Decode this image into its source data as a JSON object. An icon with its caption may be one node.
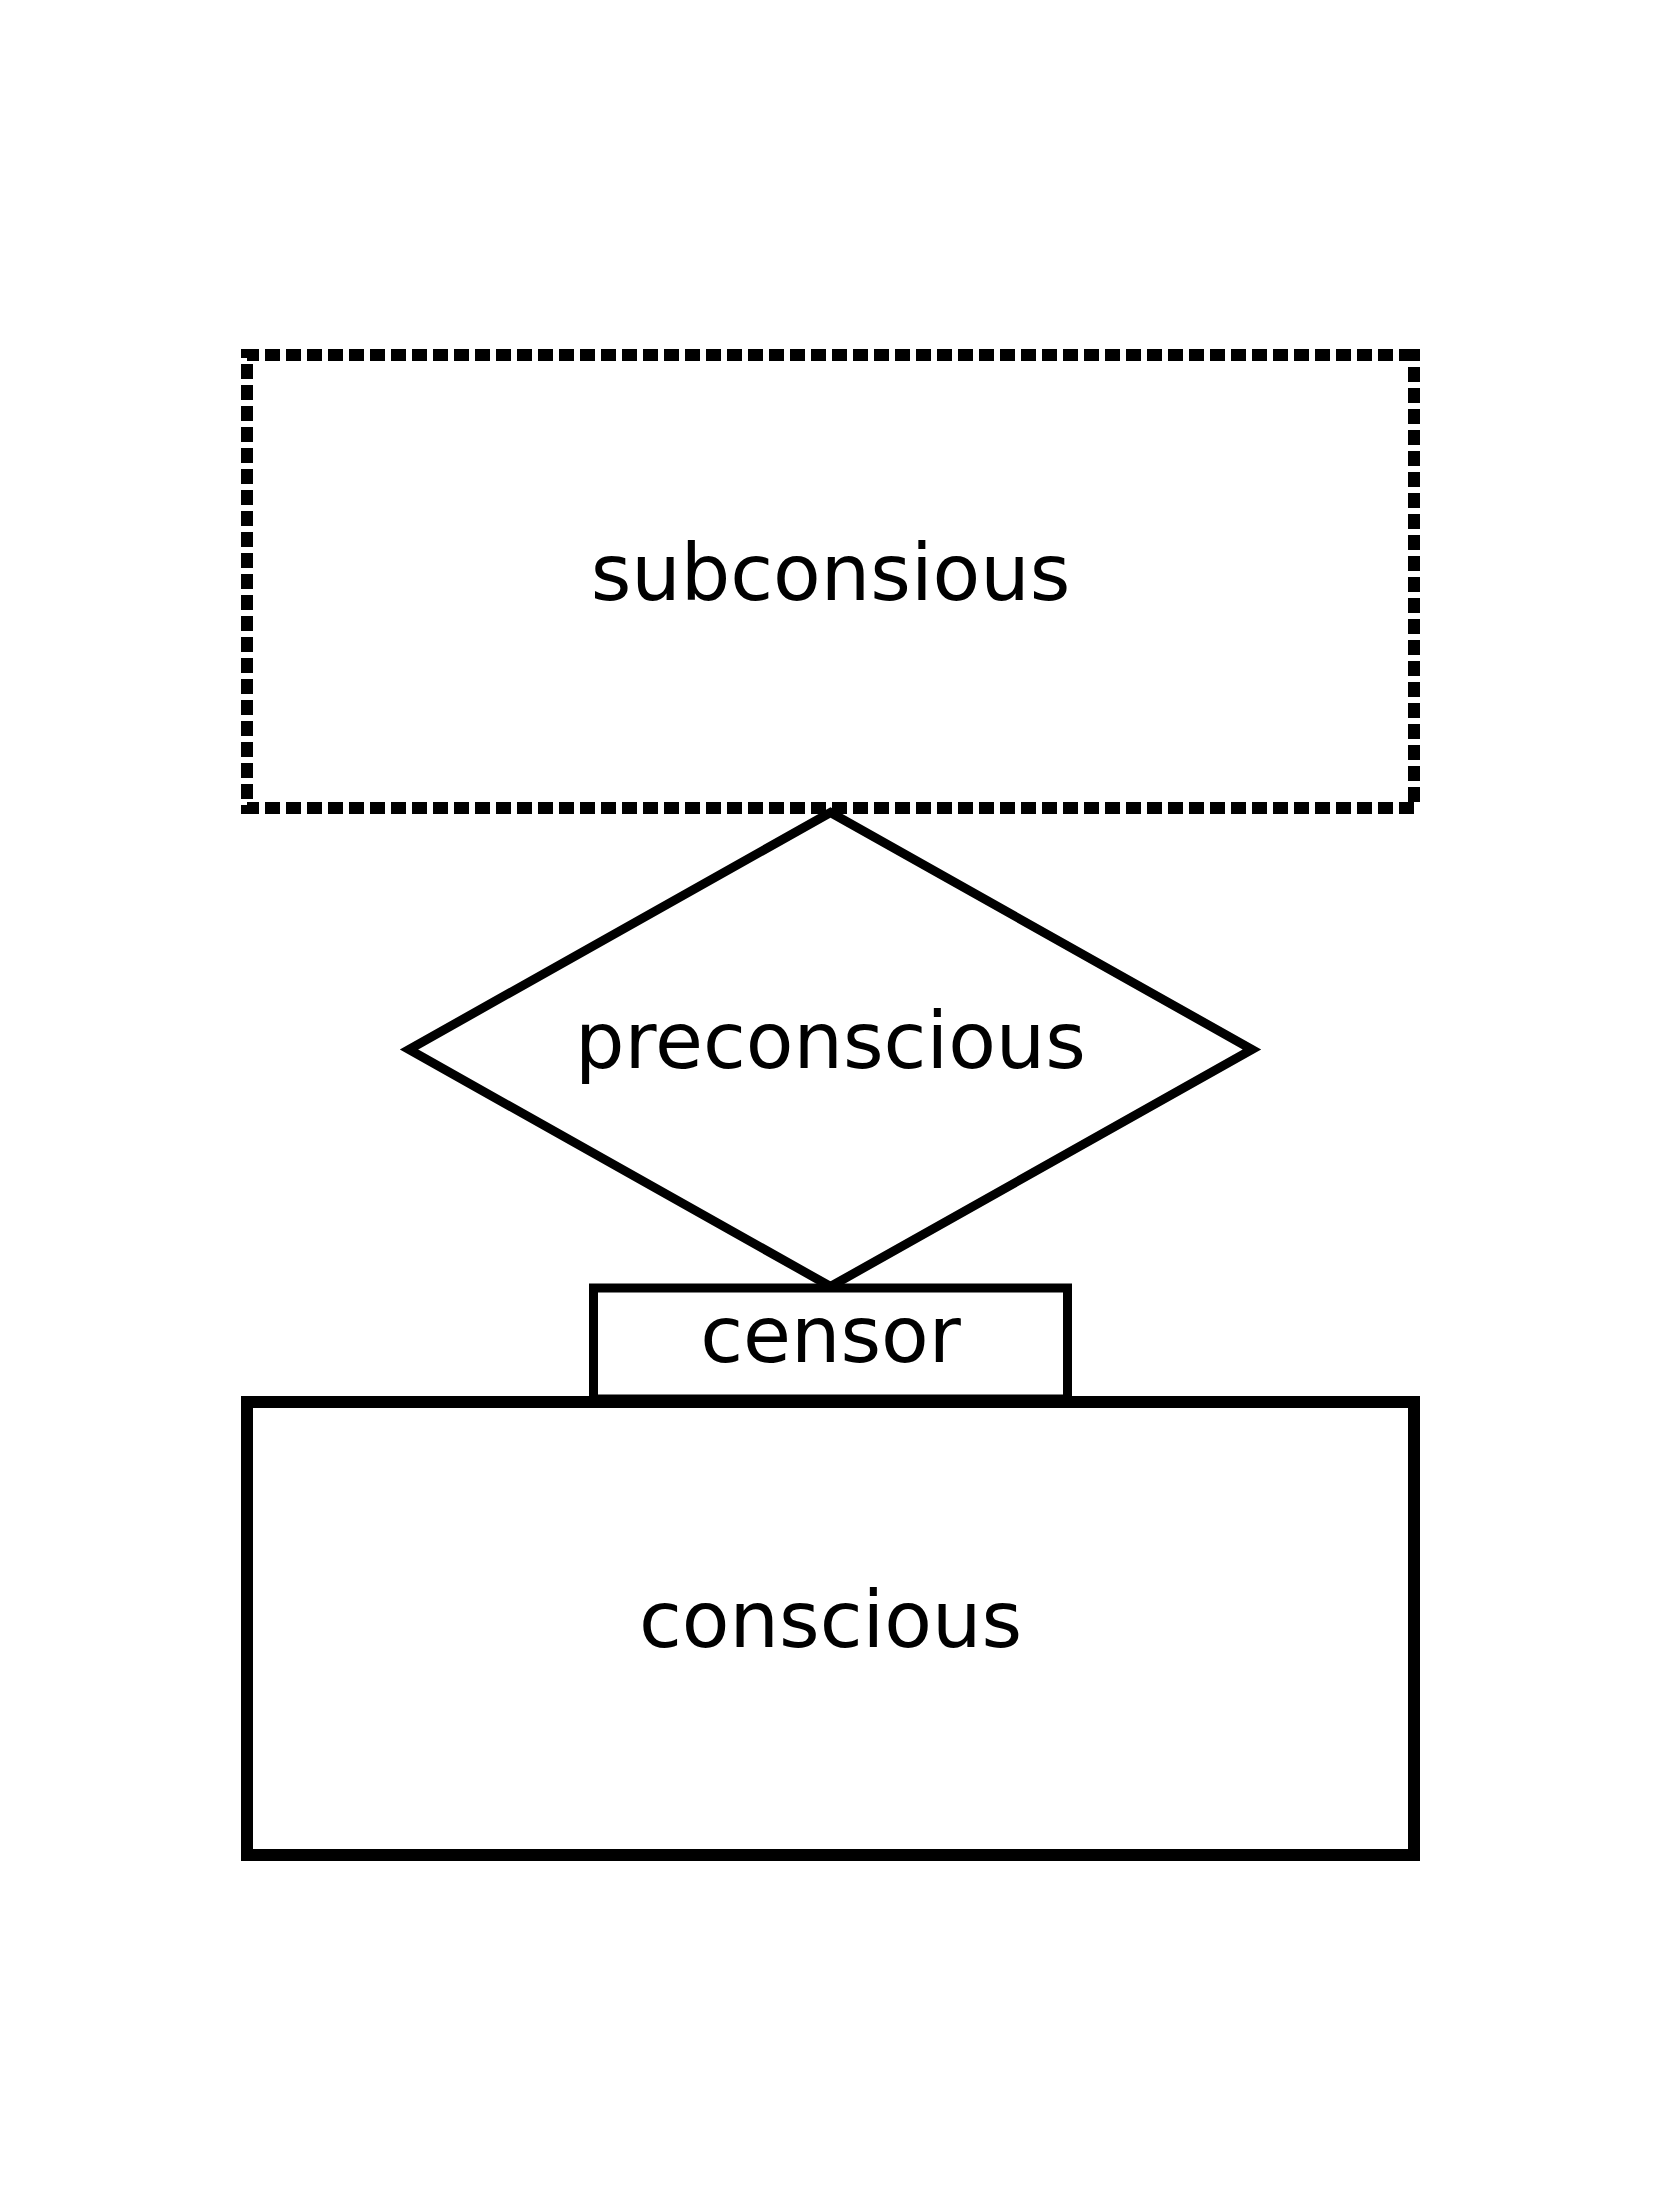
{
  "diagram": {
    "nodes": [
      {
        "text": [
          "conscious"
        ]
      },
      {
        "text": [
          "censor"
        ]
      },
      {
        "text": [
          "preconscious"
        ]
      },
      {
        "text": [
          "subconsious"
        ]
      }
    ]
  }
}
